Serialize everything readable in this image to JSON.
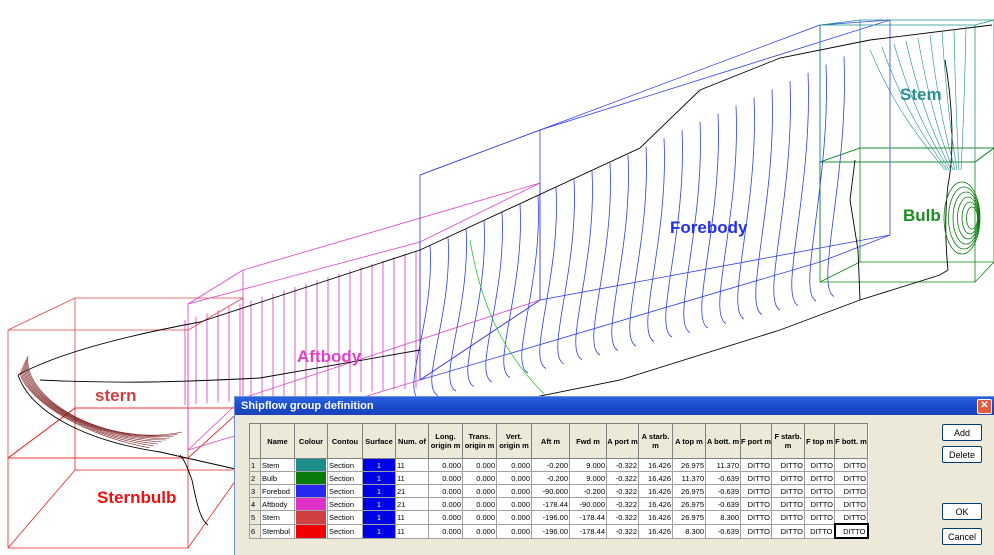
{
  "labels": {
    "stem": "Stem",
    "bulb": "Bulb",
    "forebody": "Forebody",
    "aftbody": "Aftbody",
    "stern": "stern",
    "sternbulb": "Sternbulb"
  },
  "label_colors": {
    "stem": "#2a9090",
    "bulb": "#1e8c1e",
    "forebody": "#2230ee",
    "aftbody": "#e040c8",
    "stern": "#c84040",
    "sternbulb": "#ee1010"
  },
  "dialog": {
    "title": "Shipflow group definition",
    "buttons": {
      "add": "Add",
      "delete": "Delete",
      "ok": "OK",
      "cancel": "Cancel"
    },
    "columns": [
      "",
      "Name",
      "Colour",
      "Contou",
      "Surface",
      "Num. of",
      "Long. origin m",
      "Trans. origin m",
      "Vert. origin m",
      "Aft m",
      "Fwd m",
      "A port m",
      "A starb. m",
      "A top m",
      "A bott. m",
      "F port m",
      "F starb. m",
      "F top m",
      "F bott. m"
    ],
    "rows": [
      {
        "idx": "1",
        "name": "Stem",
        "colour": "#1f8c8c",
        "contour": "Section",
        "surface": "1",
        "num": "11",
        "long": "0.000",
        "trans": "0.000",
        "vert": "0.000",
        "aft": "-0.200",
        "fwd": "9.000",
        "aport": "-0.322",
        "astarb": "16.426",
        "atop": "26.975",
        "abott": "11.370",
        "fport": "DITTO",
        "fstarb": "DITTO",
        "ftop": "DITTO",
        "fbott": "DITTO"
      },
      {
        "idx": "2",
        "name": "Bulb",
        "colour": "#0a7a0a",
        "contour": "Section",
        "surface": "1",
        "num": "11",
        "long": "0.000",
        "trans": "0.000",
        "vert": "0.000",
        "aft": "-0.200",
        "fwd": "9.000",
        "aport": "-0.322",
        "astarb": "16.426",
        "atop": "11.370",
        "abott": "-0.639",
        "fport": "DITTO",
        "fstarb": "DITTO",
        "ftop": "DITTO",
        "fbott": "DITTO"
      },
      {
        "idx": "3",
        "name": "Forebod",
        "colour": "#2828f0",
        "contour": "Section",
        "surface": "1",
        "num": "21",
        "long": "0.000",
        "trans": "0.000",
        "vert": "0.000",
        "aft": "-90.000",
        "fwd": "-0.200",
        "aport": "-0.322",
        "astarb": "16.426",
        "atop": "26.975",
        "abott": "-0.639",
        "fport": "DITTO",
        "fstarb": "DITTO",
        "ftop": "DITTO",
        "fbott": "DITTO"
      },
      {
        "idx": "4",
        "name": "Aftbody",
        "colour": "#e030c8",
        "contour": "Section",
        "surface": "1",
        "num": "21",
        "long": "0.000",
        "trans": "0.000",
        "vert": "0.000",
        "aft": "-178.44",
        "fwd": "-90.000",
        "aport": "-0.322",
        "astarb": "16.426",
        "atop": "26.975",
        "abott": "-0.639",
        "fport": "DITTO",
        "fstarb": "DITTO",
        "ftop": "DITTO",
        "fbott": "DITTO"
      },
      {
        "idx": "5",
        "name": "Stern",
        "colour": "#d04040",
        "contour": "Section",
        "surface": "1",
        "num": "11",
        "long": "0.000",
        "trans": "0.000",
        "vert": "0.000",
        "aft": "-196.00",
        "fwd": "-178.44",
        "aport": "-0.322",
        "astarb": "16.426",
        "atop": "26.975",
        "abott": "8.300",
        "fport": "DITTO",
        "fstarb": "DITTO",
        "ftop": "DITTO",
        "fbott": "DITTO"
      },
      {
        "idx": "6",
        "name": "Sternbul",
        "colour": "#f00000",
        "contour": "Section",
        "surface": "1",
        "num": "11",
        "long": "0.000",
        "trans": "0.000",
        "vert": "0.000",
        "aft": "-196.00",
        "fwd": "-178.44",
        "aport": "-0.322",
        "astarb": "16.426",
        "atop": "8.300",
        "abott": "-0.639",
        "fport": "DITTO",
        "fstarb": "DITTO",
        "ftop": "DITTO",
        "fbott": "DITTO"
      }
    ]
  }
}
